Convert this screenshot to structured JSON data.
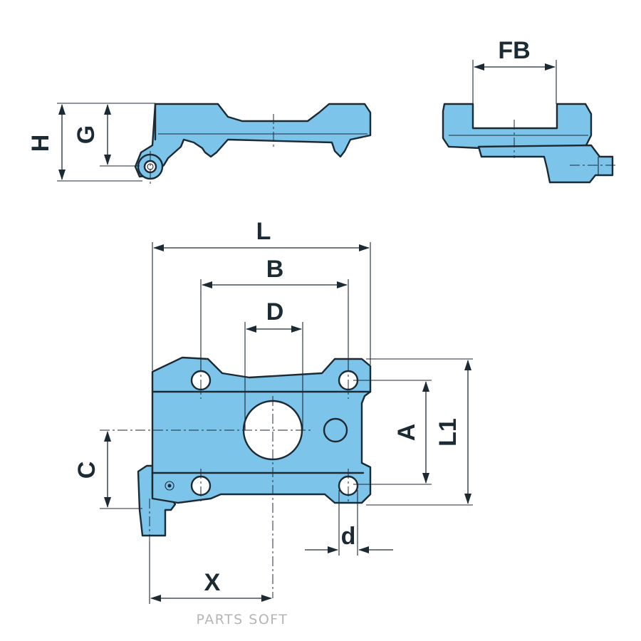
{
  "labels": {
    "H": "H",
    "G": "G",
    "FB": "FB",
    "L": "L",
    "B": "B",
    "D": "D",
    "A": "A",
    "L1": "L1",
    "C": "C",
    "d": "d",
    "X": "X"
  },
  "watermark": "PARTS SOFT",
  "colors": {
    "part_fill": "#7cc4ea",
    "outline": "#1c2a33",
    "watermark": "#b5b5b5"
  }
}
